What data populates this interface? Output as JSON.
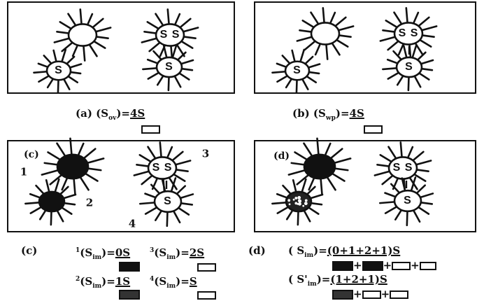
{
  "panels": {
    "a": {
      "sun_labels": [
        "S S",
        "S",
        "S"
      ]
    },
    "b": {
      "sun_labels": [
        "S S",
        "S",
        "S"
      ]
    },
    "c": {
      "letter": "(c)",
      "sun_labels": [
        "S S",
        "S"
      ],
      "numbers": [
        "1",
        "2",
        "3",
        "4"
      ]
    },
    "d": {
      "letter": "(d)",
      "sun_labels": [
        "S S",
        "S"
      ]
    }
  },
  "captions": {
    "a_prefix": "(a)",
    "a_expr": "(S",
    "a_sub": "ov",
    "a_eq": ")=",
    "a_value": "4S",
    "b_prefix": "(b)",
    "b_expr": "(S",
    "b_sub": "wp",
    "b_eq": ")=",
    "b_value": "4S",
    "c_prefix": "(c)",
    "c1_sup": "1",
    "c1_expr": "(S",
    "c1_sub": "im",
    "c1_eq": ")=",
    "c1_value": "0S",
    "c3_sup": "3",
    "c3_expr": "(S",
    "c3_sub": "im",
    "c3_eq": ")=",
    "c3_value": "2S",
    "c2_sup": "2",
    "c2_expr": "(S",
    "c2_sub": "im",
    "c2_eq": ")=",
    "c2_value": "1S",
    "c4_sup": "4",
    "c4_expr": "(S",
    "c4_sub": "im",
    "c4_eq": ")=",
    "c4_value": "S",
    "d_prefix": "(d)",
    "d1_expr": "( S",
    "d1_sub": "im",
    "d1_eq": ")=",
    "d1_value": "(0+1+2+1)S",
    "d2_expr": "( S'",
    "d2_sub": "im",
    "d2_eq": ")=",
    "d2_value": "(1+2+1)S",
    "plus": "+"
  }
}
